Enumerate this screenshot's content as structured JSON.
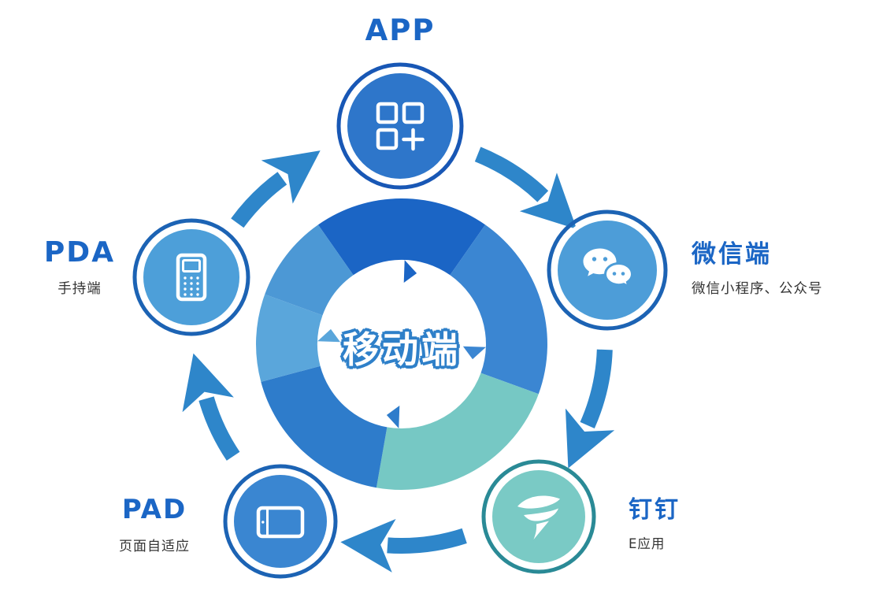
{
  "center": {
    "label": "移动端"
  },
  "colors": {
    "background": "#ffffff",
    "title": "#1b66c5",
    "subtitle": "#333333",
    "arrow": "#2e86ca",
    "center_text": "#ffffff",
    "center_outline": "#2f80c9"
  },
  "ring_segments": [
    {
      "name": "top",
      "color": "#1b65c5"
    },
    {
      "name": "right",
      "color": "#3b86d2"
    },
    {
      "name": "bottom-right",
      "color": "#76c8c4"
    },
    {
      "name": "bottom-left",
      "color": "#2e7ccb"
    },
    {
      "name": "left",
      "color": "#5aa6db"
    },
    {
      "name": "upper-left",
      "color": "#4c98d5"
    }
  ],
  "nodes": [
    {
      "id": "app",
      "title": "APP",
      "subtitle": "",
      "color": "#2e76ca",
      "ring_color": "#1857b5",
      "icon": "app-grid-plus-icon"
    },
    {
      "id": "wechat",
      "title": "微信端",
      "subtitle": "微信小程序、公众号",
      "color": "#4d9dd8",
      "ring_color": "#1c63b4",
      "icon": "wechat-icon"
    },
    {
      "id": "dingtalk",
      "title": "钉钉",
      "subtitle": "E应用",
      "color": "#7acac5",
      "ring_color": "#2a8a96",
      "icon": "dingtalk-wing-icon"
    },
    {
      "id": "pad",
      "title": "PAD",
      "subtitle": "页面自适应",
      "color": "#3a86d1",
      "ring_color": "#1c63b4",
      "icon": "tablet-icon"
    },
    {
      "id": "pda",
      "title": "PDA",
      "subtitle": "手持端",
      "color": "#4d9fd9",
      "ring_color": "#1c63b4",
      "icon": "pda-handheld-icon"
    }
  ]
}
